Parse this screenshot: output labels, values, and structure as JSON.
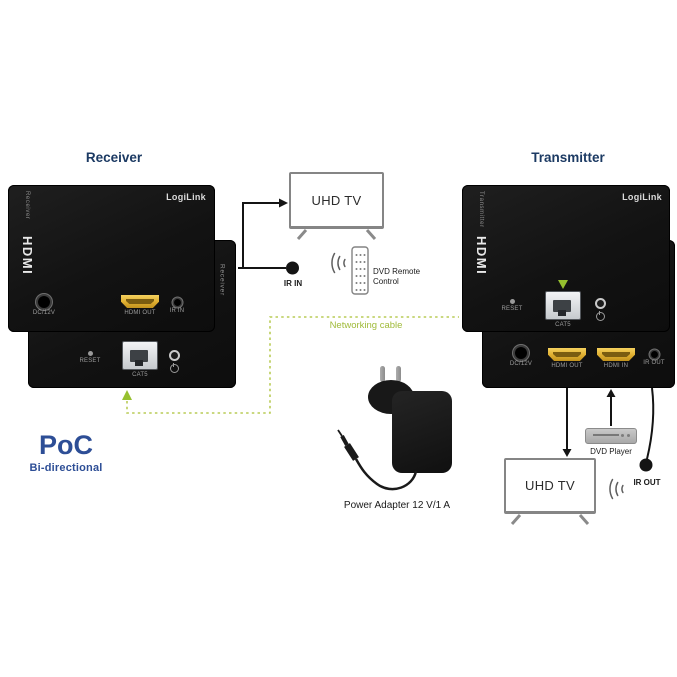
{
  "titles": {
    "receiver": "Receiver",
    "transmitter": "Transmitter"
  },
  "branding": {
    "logo": "LogiLink",
    "poc": "PoC",
    "bidirectional": "Bi-directional"
  },
  "labels": {
    "uhd_tv_top": "UHD TV",
    "uhd_tv_bottom": "UHD TV",
    "ir_in": "IR IN",
    "ir_out": "IR OUT",
    "dvd_remote": "DVD Remote Control",
    "networking_cable": "Networking cable",
    "dvd_player": "DVD Player",
    "power_adapter": "Power Adapter 12 V/1 A"
  },
  "receiver": {
    "side_label": "Receiver",
    "panel_text": "HDMI",
    "front_ports": {
      "dc": "DC/12V",
      "hdmi_out": "HDMI OUT",
      "ir_in": "IR IN"
    },
    "rear_ports": {
      "reset": "RESET",
      "cat5": "CAT5"
    }
  },
  "transmitter": {
    "side_label": "Transmitter",
    "panel_text": "HDMI",
    "rear_ports": {
      "reset": "RESET",
      "cat5": "CAT5"
    },
    "front_ports": {
      "dc": "DC/12V",
      "hdmi_out": "HDMI OUT",
      "hdmi_in": "HDMI IN",
      "ir_out": "IR OUT"
    }
  },
  "colors": {
    "title_navy": "#1c3a63",
    "poc_blue": "#2d4e96",
    "cable_green": "#a0bb3a",
    "arrow_green": "#96c02f",
    "hdmi_gold": "#dfae2f",
    "device_black": "#141414"
  }
}
